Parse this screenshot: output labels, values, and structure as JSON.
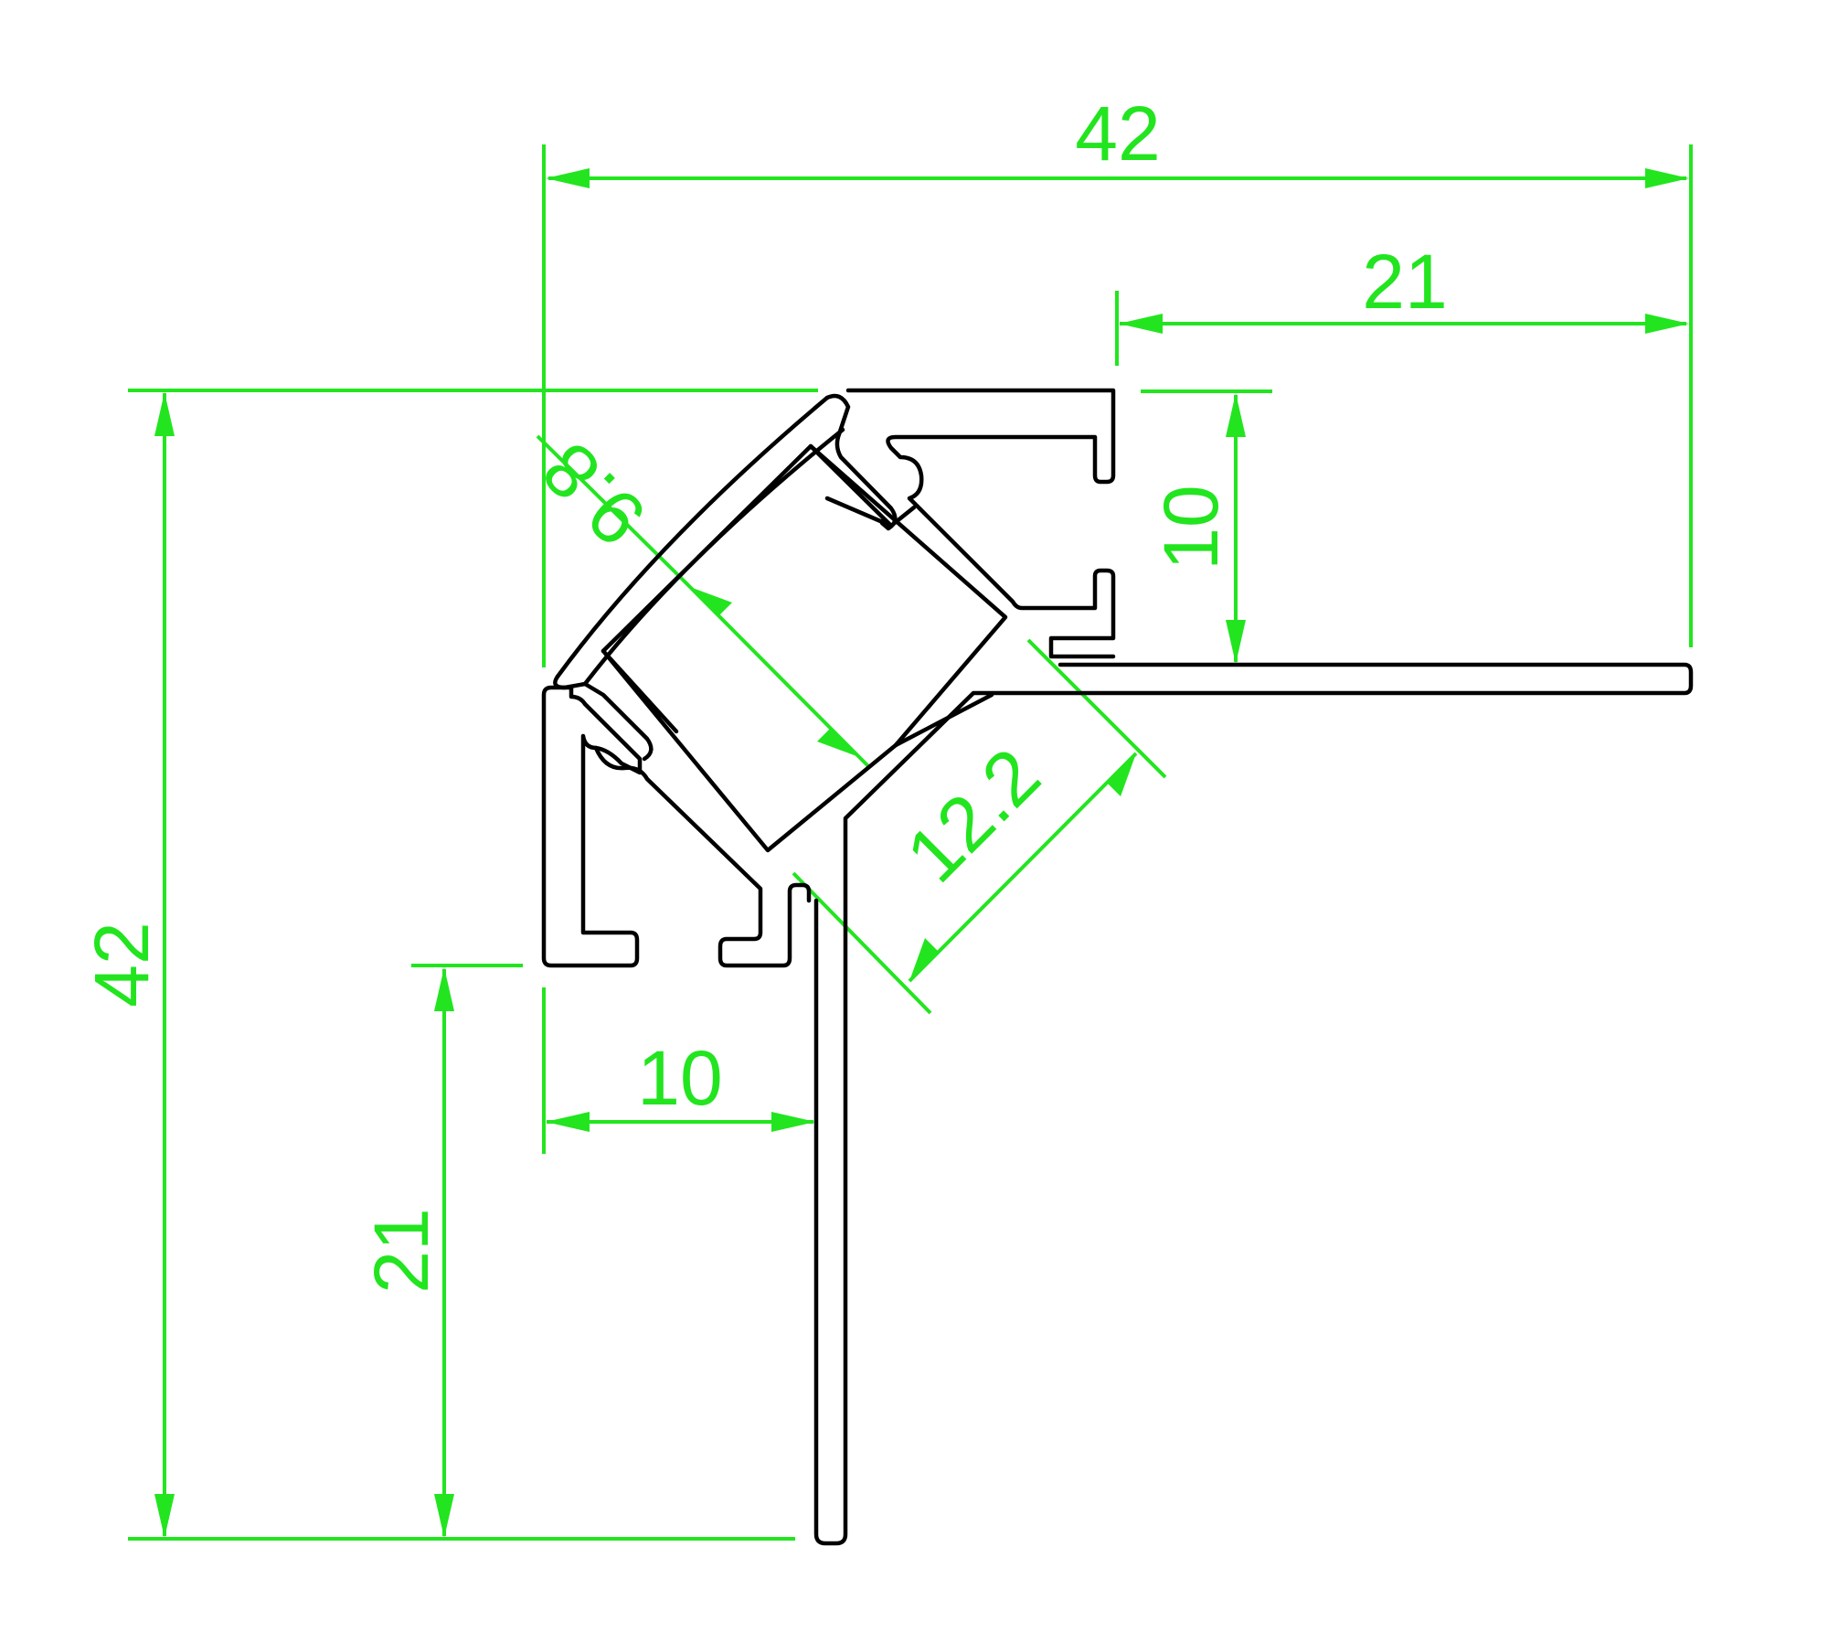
{
  "colors": {
    "dimension": "#22e51f",
    "profile": "#000000",
    "background": "#ffffff"
  },
  "dimensions": {
    "overall_width": "42",
    "right_flange_width": "21",
    "overall_height": "42",
    "lower_flange_height": "21",
    "slot_height": "10",
    "slot_width": "10",
    "diagonal_inner": "9.8",
    "diagonal_outer": "12.2"
  }
}
